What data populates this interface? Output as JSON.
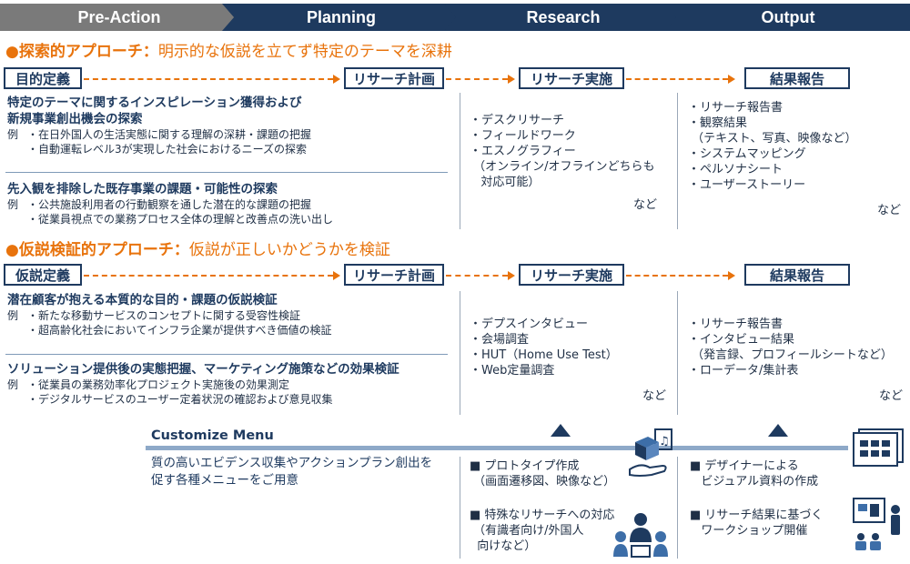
{
  "phases": [
    "Pre-Action",
    "Planning",
    "Research",
    "Output"
  ],
  "exploratory": {
    "title": "●探索的アプローチ：",
    "subtitle": "明示的な仮説を立てず特定のテーマを深耕",
    "boxes": [
      "目的定義",
      "リサーチ計画",
      "リサーチ実施",
      "結果報告"
    ],
    "themes": [
      {
        "heading1": "特定のテーマに関するインスピレーション獲得および",
        "heading2": "新規事業創出機会の探索",
        "ex_label": "例",
        "ex1": "・在日外国人の生活実態に関する理解の深耕・課題の把握",
        "ex2": "・自動運転レベル3が実現した社会におけるニーズの探索"
      },
      {
        "heading1": "先入観を排除した既存事業の課題・可能性の探索",
        "ex_label": "例",
        "ex1": "・公共施設利用者の行動観察を通した潜在的な課題の把握",
        "ex2": "・従業員視点での業務プロセス全体の理解と改善点の洗い出し"
      }
    ],
    "research_list": "・デスクリサーチ\n・フィールドワーク\n・エスノグラフィー\n （オンライン/オフラインどちらも\n   対応可能）",
    "research_etc": "など",
    "output_list": "・リサーチ報告書\n・観察結果\n （テキスト、写真、映像など）\n・システムマッピング\n・ペルソナシート\n・ユーザーストーリー",
    "output_etc": "など"
  },
  "hypothesis": {
    "title": "●仮説検証的アプローチ：",
    "subtitle": "仮説が正しいかどうかを検証",
    "boxes": [
      "仮説定義",
      "リサーチ計画",
      "リサーチ実施",
      "結果報告"
    ],
    "themes": [
      {
        "heading1": "潜在顧客が抱える本質的な目的・課題の仮説検証",
        "ex_label": "例",
        "ex1": "・新たな移動サービスのコンセプトに関する受容性検証",
        "ex2": "・超高齢化社会においてインフラ企業が提供すべき価値の検証"
      },
      {
        "heading1": "ソリューション提供後の実態把握、マーケティング施策などの効果検証",
        "ex_label": "例",
        "ex1": "・従業員の業務効率化プロジェクト実施後の効果測定",
        "ex2": "・デジタルサービスのユーザー定着状況の確認および意見収集"
      }
    ],
    "research_list": "・デプスインタビュー\n・会場調査\n・HUT（Home Use Test）\n・Web定量調査",
    "research_etc": "など",
    "output_list": "・リサーチ報告書\n・インタビュー結果\n （発言録、プロフィールシートなど）\n・ローデータ/集計表",
    "output_etc": "など"
  },
  "customize": {
    "title": "Customize Menu",
    "desc1": "質の高いエビデンス収集やアクションプラン創出を",
    "desc2": "促す各種メニューをご用意",
    "research_items": [
      "■ プロトタイプ作成\n （画面遷移図、映像など）",
      "■ 特殊なリサーチへの対応\n （有識者向け/外国人\n  向けなど）"
    ],
    "output_items": [
      "■ デザイナーによる\n   ビジュアル資料の作成",
      "■ リサーチ結果に基づく\n   ワークショップ開催"
    ]
  },
  "colors": {
    "navy": "#1e3a5f",
    "orange": "#e8730c",
    "gray": "#7a7a7a"
  },
  "icons": [
    "box-hand-icon",
    "presentation-board-icon",
    "presenter-icon",
    "interview-people-icon"
  ]
}
